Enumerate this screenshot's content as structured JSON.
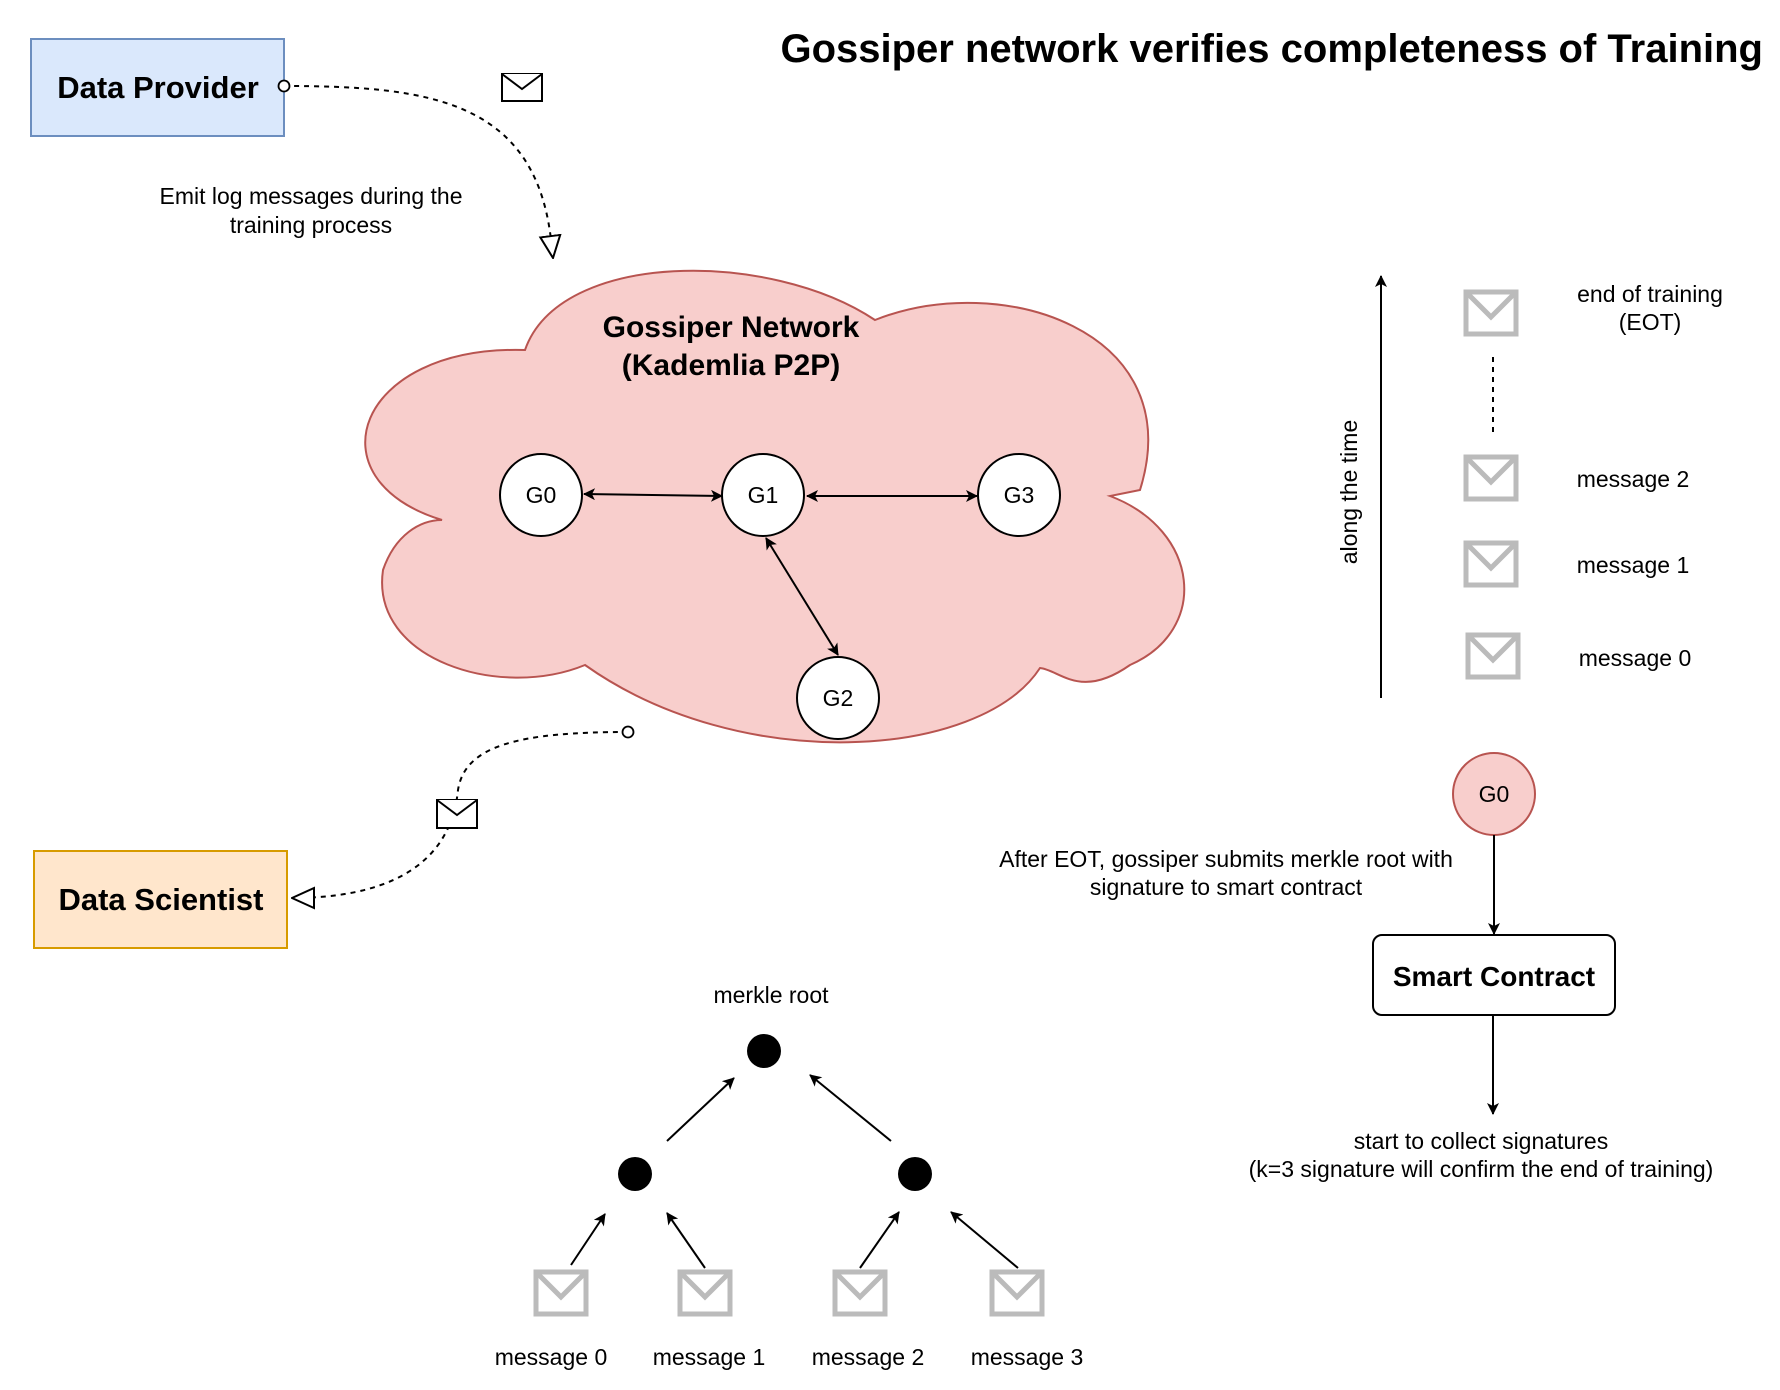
{
  "title": "Gossiper network verifies completeness of Training",
  "data_provider": {
    "label": "Data Provider",
    "fill": "#dae8fc",
    "stroke": "#6c8ebf"
  },
  "data_scientist": {
    "label": "Data Scientist",
    "fill": "#ffe6cc",
    "stroke": "#d79b00"
  },
  "emit_note": {
    "line1": "Emit log messages during the",
    "line2": "training process"
  },
  "cloud": {
    "line1": "Gossiper Network",
    "line2": "(Kademlia P2P)",
    "fill": "#f8cecc",
    "stroke": "#b85450"
  },
  "nodes": {
    "g0": "G0",
    "g1": "G1",
    "g2": "G2",
    "g3": "G3"
  },
  "timeline": {
    "axis_label": "along the time",
    "eot_line1": "end of training",
    "eot_line2": "(EOT)",
    "msg2": "message 2",
    "msg1": "message 1",
    "msg0": "message 0"
  },
  "submit": {
    "node": "G0",
    "node_fill": "#f8cecc",
    "node_stroke": "#b85450",
    "note_line1": "After EOT, gossiper submits merkle root with",
    "note_line2": "signature to smart contract"
  },
  "smart_contract": {
    "label": "Smart Contract"
  },
  "collect": {
    "line1": "start to collect signatures",
    "line2": "(k=3 signature will confirm the end of training)"
  },
  "merkle": {
    "root_label": "merkle root",
    "leaves": [
      "message 0",
      "message 1",
      "message 2",
      "message 3"
    ]
  },
  "icons": {
    "envelope": "envelope-icon",
    "envelope_grey": "#bbbbbb"
  }
}
